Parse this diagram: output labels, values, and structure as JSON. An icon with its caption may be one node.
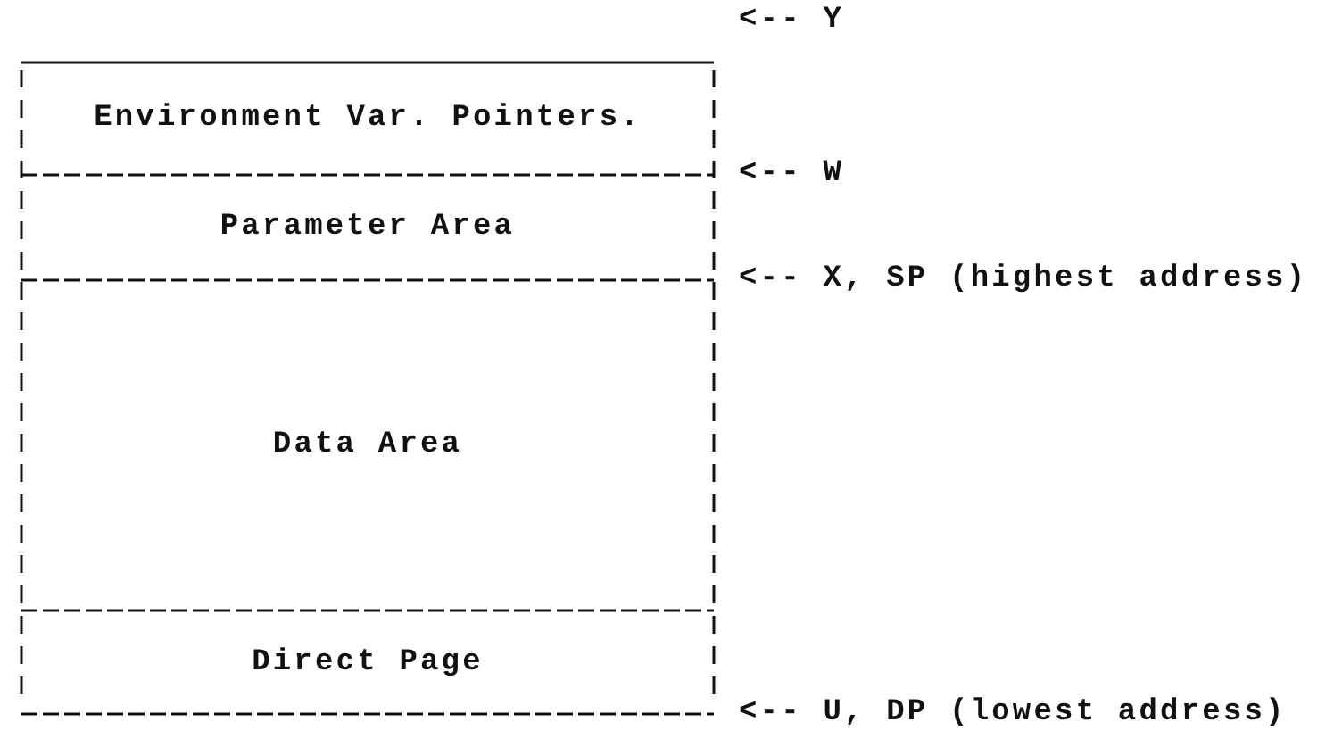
{
  "diagram": {
    "nodes": [
      {
        "text": [
          "Environment Var. Pointers."
        ]
      },
      {
        "text": [
          "Parameter Area"
        ]
      },
      {
        "text": [
          "Data Area"
        ]
      },
      {
        "text": [
          "Direct Page"
        ]
      }
    ],
    "labels": [
      "<-- Y",
      "<-- W",
      "<-- X, SP (highest address)",
      "<-- U, DP (lowest address)"
    ]
  }
}
